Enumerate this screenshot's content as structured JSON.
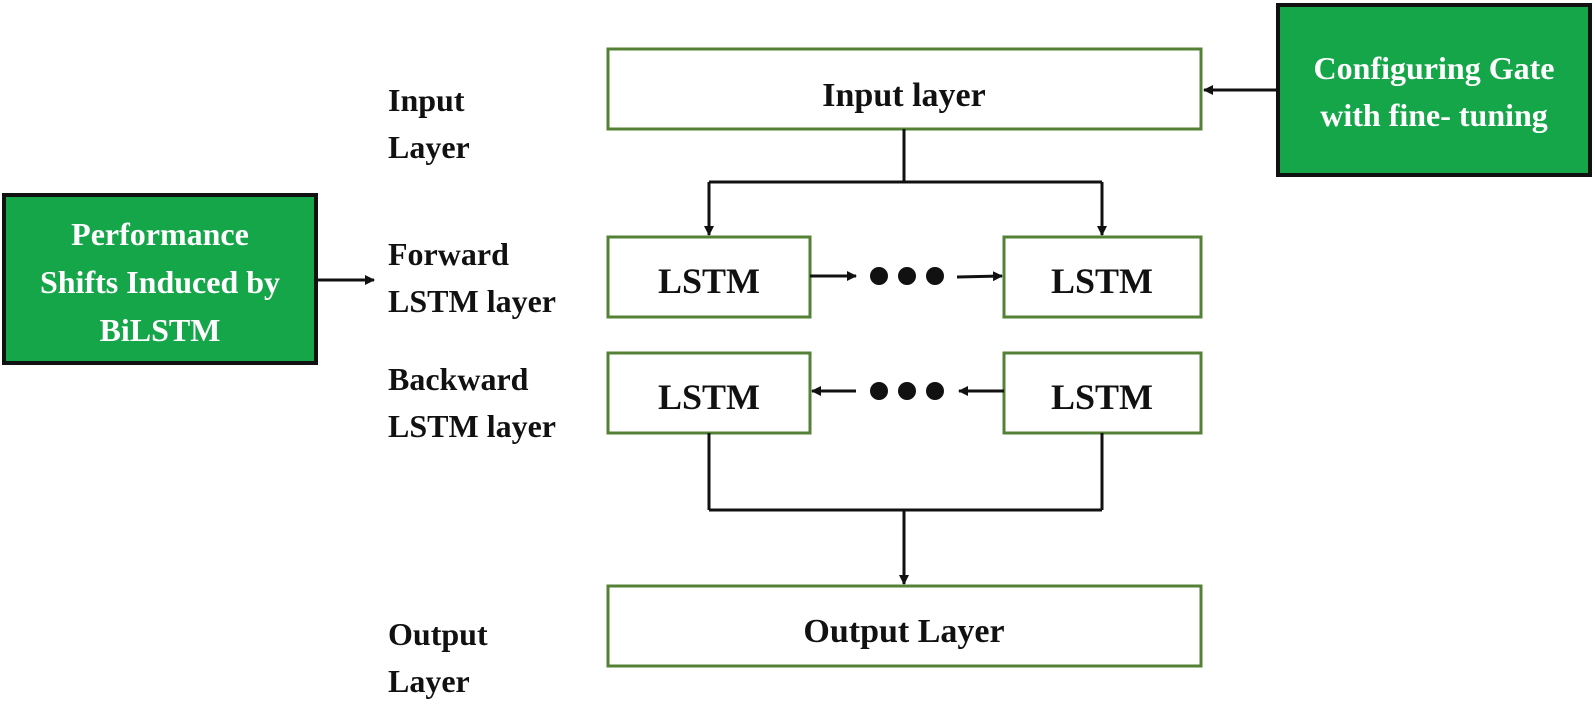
{
  "layer_labels": {
    "input": [
      "Input",
      "Layer"
    ],
    "forward": [
      "Forward",
      "LSTM layer"
    ],
    "backward": [
      "Backward",
      "LSTM layer"
    ],
    "output": [
      "Output",
      "Layer"
    ]
  },
  "boxes": {
    "input_layer": "Input layer",
    "output_layer": "Output Layer",
    "forward_lstm_left": "LSTM",
    "forward_lstm_right": "LSTM",
    "backward_lstm_left": "LSTM",
    "backward_lstm_right": "LSTM"
  },
  "side_boxes": {
    "performance": [
      "Performance",
      "Shifts Induced by",
      "BiLSTM"
    ],
    "configuring": [
      "Configuring Gate",
      "with fine- tuning"
    ]
  },
  "colors": {
    "outline_green": "#538135",
    "fill_green": "#16a64a",
    "green_text": "#ffffff",
    "arrow": "#111111"
  }
}
